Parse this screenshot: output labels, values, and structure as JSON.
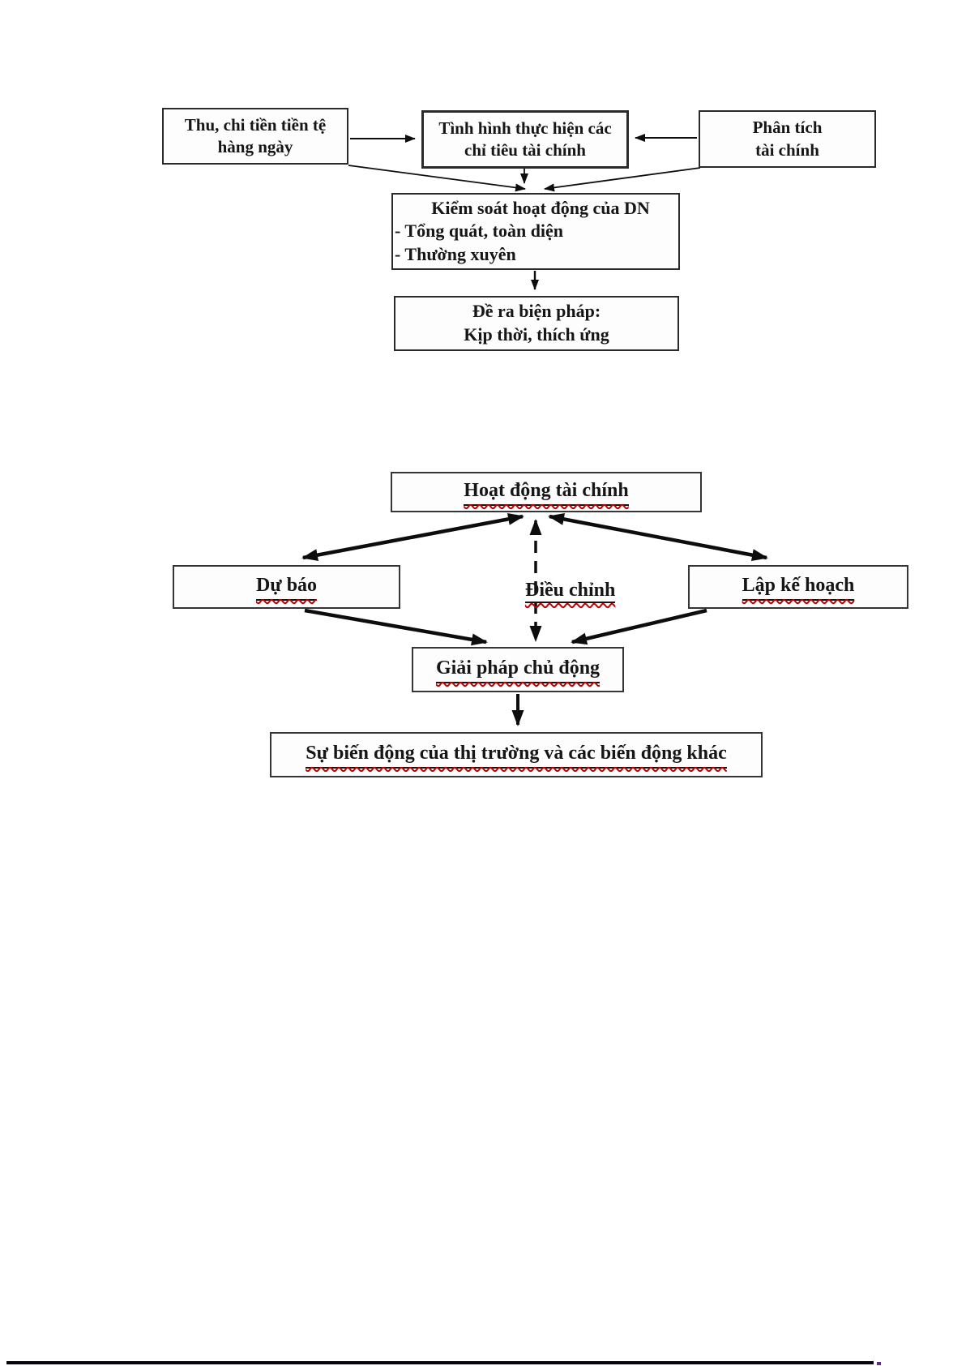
{
  "diagram1": {
    "box_daily_cash": {
      "line1": "Thu, chi tiền tiền tệ",
      "line2": "hàng ngày"
    },
    "box_implement": {
      "line1": "Tình hình thực hiện các",
      "line2": "chỉ tiêu tài chính"
    },
    "box_analysis": {
      "line1": "Phân tích",
      "line2": "tài chính"
    },
    "box_control": {
      "title": "Kiểm soát hoạt động của DN",
      "item1": "- Tổng quát, toàn diện",
      "item2": "- Thường xuyên"
    },
    "box_measures": {
      "line1": "Đề ra biện pháp:",
      "line2": "Kịp thời, thích ứng"
    }
  },
  "diagram2": {
    "box_financial_activity": "Hoạt động tài chính",
    "box_forecast": "Dự báo",
    "label_adjustment": "Điều chỉnh",
    "box_planning": "Lập kế hoạch",
    "box_proactive": "Giải pháp chủ động",
    "box_market": "Sự biến động của thị trường và các biến động khác"
  },
  "colors": {
    "ink": "#161616",
    "arrow": "#0d0d0d",
    "spellcheck_underline": "#c00000",
    "bottom_rule": "#05050e",
    "bottom_dot": "#5b2d8e"
  }
}
